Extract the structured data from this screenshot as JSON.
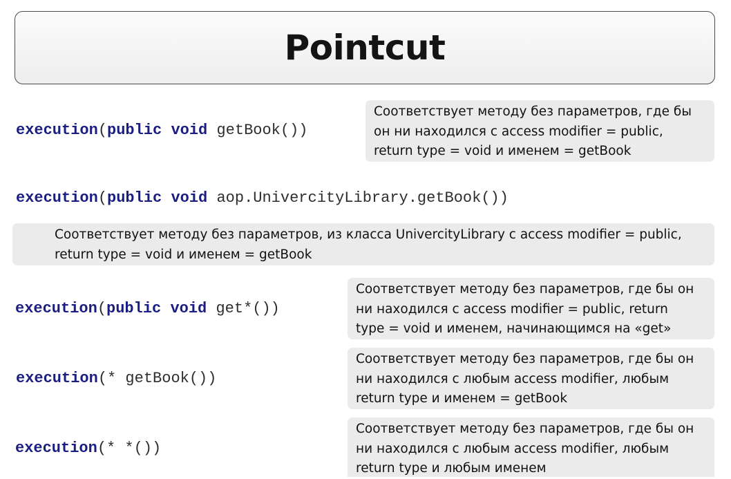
{
  "header": {
    "title": "Pointcut"
  },
  "rows": [
    {
      "code": {
        "func": "execution",
        "open": "(",
        "kw": "public void",
        "rest": " getBook())"
      },
      "note": [
        "Соответствует методу без параметров, где бы",
        "он ни находился с access modifier = public,",
        "return type = void и именем = getBook"
      ]
    },
    {
      "code": {
        "func": "execution",
        "open": "(",
        "kw": "public void",
        "rest": " aop.UnivercityLibrary.getBook())"
      },
      "note": [
        "Соответствует методу без параметров, из класса UnivercityLibrary с access modifier = public,",
        "return type = void и именем = getBook"
      ]
    },
    {
      "code": {
        "func": "execution",
        "open": "(",
        "kw": "public void",
        "rest": " get*())"
      },
      "note": [
        "Соответствует методу без параметров, где бы он",
        "ни находился с access modifier = public, return",
        "type = void и именем, начинающимся на «get»"
      ]
    },
    {
      "code": {
        "func": "execution",
        "open": "(",
        "kw": "",
        "rest": "* getBook())"
      },
      "note": [
        "Соответствует методу без параметров, где бы он",
        "ни находился с любым access modifier, любым",
        "return type и именем = getBook"
      ]
    },
    {
      "code": {
        "func": "execution",
        "open": "(",
        "kw": "",
        "rest": "* *())"
      },
      "note": [
        "Соответствует методу без параметров, где бы он",
        "ни находился с любым access modifier, любым",
        "return type и любым именем"
      ]
    }
  ]
}
